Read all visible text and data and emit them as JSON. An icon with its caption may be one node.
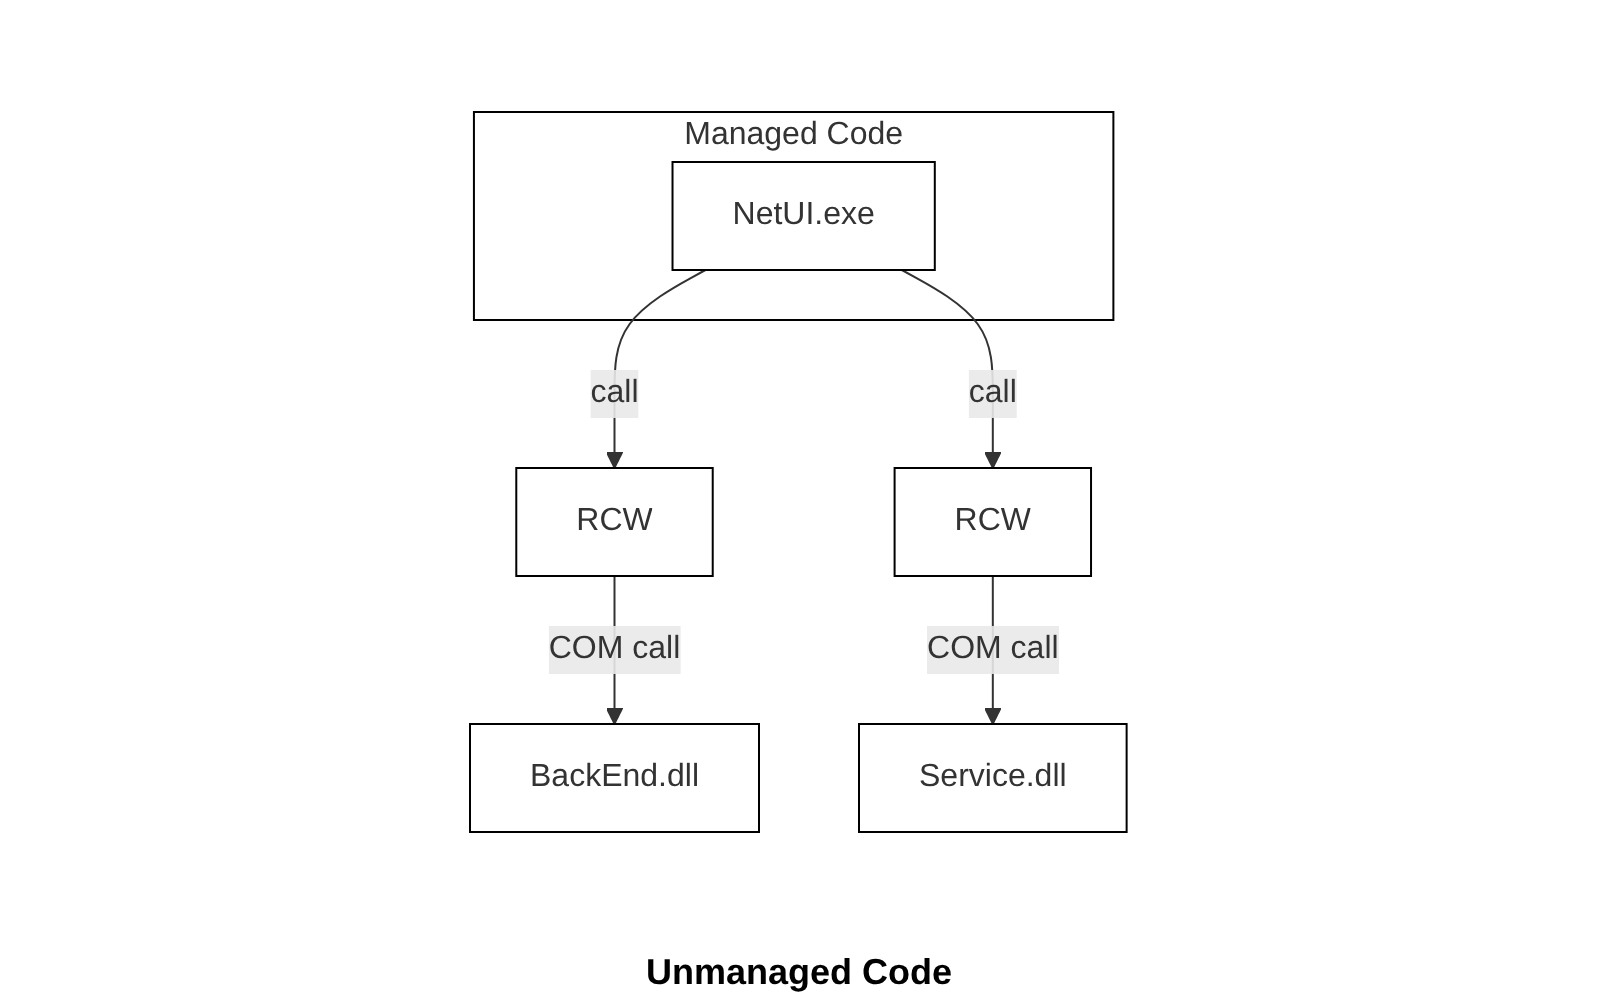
{
  "diagram": {
    "nodes": [
      {
        "text": [
          "Managed Code"
        ]
      },
      {
        "text": [
          "NetUI.exe"
        ],
        "in": 0
      },
      {
        "text": [
          "RCW"
        ]
      },
      {
        "text": [
          "RCW"
        ]
      },
      {
        "text": [
          "BackEnd.dll"
        ]
      },
      {
        "text": [
          "Service.dll"
        ]
      }
    ],
    "edges": [
      {
        "from": 1,
        "to": 2,
        "arrow": "to",
        "label": "call"
      },
      {
        "from": 1,
        "to": 3,
        "arrow": "to",
        "label": "call"
      },
      {
        "from": 2,
        "to": 4,
        "arrow": "to",
        "label": "COM call"
      },
      {
        "from": 3,
        "to": 5,
        "arrow": "to",
        "label": "COM call"
      }
    ],
    "labels": [
      "Unmanaged Code"
    ]
  }
}
